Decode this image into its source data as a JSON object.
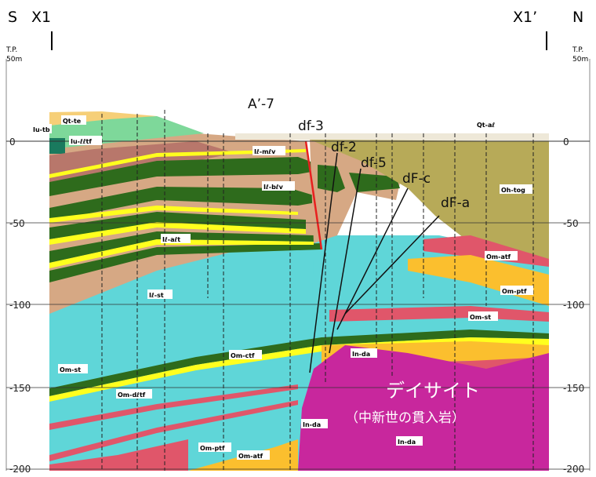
{
  "header": {
    "left_letter": "S",
    "left_line": "X1",
    "right_line": "X1’",
    "right_letter": "N",
    "tp_label": "T.P.",
    "top_elev": "50m"
  },
  "y_ticks": [
    "0",
    "-50",
    "-100",
    "-150",
    "-200"
  ],
  "faults": [
    "A’-7",
    "df-3",
    "df-2",
    "df-5",
    "dF-c",
    "dF-a"
  ],
  "units": {
    "qt_te": "Qt-te",
    "iu_tb": "Iu-tb",
    "iu_ltf": "Iu-ℓℓtf",
    "il_mlv": "Iℓ-mℓv",
    "il_blv": "Iℓ-bℓv",
    "il_alt": "Iℓ-aℓt",
    "il_st": "Iℓ-st",
    "qt_al": "Qt-aℓ",
    "oh_tog": "Oh-tog",
    "om_atf": "Om-atf",
    "om_ptf": "Om-ptf",
    "om_st": "Om-st",
    "om_ctf": "Om-ctf",
    "in_da": "In-da",
    "om_dltf": "Om-dℓtf"
  },
  "dacite_title": "デイサイト",
  "dacite_subtitle": "（中新世の貫入岩）",
  "colors": {
    "cyan_mudstone": "#5fd6d8",
    "magenta_intrusive": "#c8279d",
    "olive_terrace": "#b7aa58",
    "tan_tuff": "#d6a884",
    "green_lava": "#2e6b1c",
    "yellow_tuff": "#ffff1e",
    "orange_tuff": "#fbbf2e",
    "pink_tuff": "#e0566a",
    "light_green": "#7ed89a",
    "fault_red": "#e8201f"
  }
}
